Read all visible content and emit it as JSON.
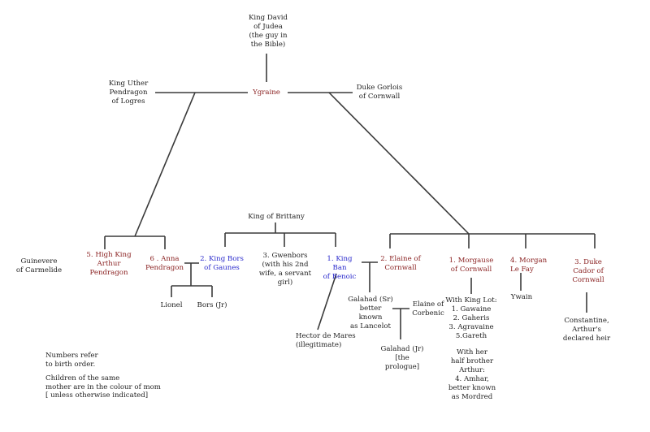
{
  "colors": {
    "ygraine_line": "#8b2323",
    "king_of_brittany_line": "#2b2bcc",
    "default": "#222222",
    "connector": "#3a3a3a"
  },
  "nodes": {
    "king_david": "King David\nof Judea\n(the guy in\nthe Bible)",
    "uther": "King Uther\nPendragon\nof Logres",
    "ygraine": "Ygraine",
    "gorlois": "Duke Gorlois\nof Cornwall",
    "king_of_brittany": "King of Brittany",
    "guinevere": "Guinevere\nof Carmelide",
    "arthur": "5.  High King\nArthur\nPendragon",
    "anna": "6 . Anna\nPendragon",
    "bors": "2. King Bors\nof Gaunes",
    "gwenbors": "3. Gwenbors\n(with his 2nd\nwife, a servant\ngirl)",
    "ban": "1. King Ban\nof Benoic",
    "elaine_cornwall": "2. Elaine of\nCornwall",
    "morgause": "1. Morgause\nof Cornwall",
    "morgan": "4. Morgan\nLe Fay",
    "cador": "3. Duke\nCador of\nCornwall",
    "lionel": "Lionel",
    "bors_jr": "Bors (Jr)",
    "hector": "Hector de Mares\n(illegitimate)",
    "galahad_sr": "Galahad (Sr)\nbetter known\nas Lancelot",
    "elaine_corbenic": "Elaine of\nCorbenic",
    "galahad_jr": "Galahad (Jr)\n[the prologue]",
    "morgause_children_lot": "With King Lot:\n1. Gawaine\n2. Gaheris\n3. Agravaine\n5.Gareth",
    "morgause_children_arthur": "With her\nhalf brother\nArthur:\n4. Amhar,\nbetter known\nas Mordred",
    "ywain": "Ywain",
    "constantine": "Constantine,\nArthur's\ndeclared heir"
  },
  "notes": {
    "birth_order": "Numbers refer\nto birth order.",
    "colour_key": "Children of the same\nmother are in the colour of mom\n[ unless otherwise indicated]"
  }
}
